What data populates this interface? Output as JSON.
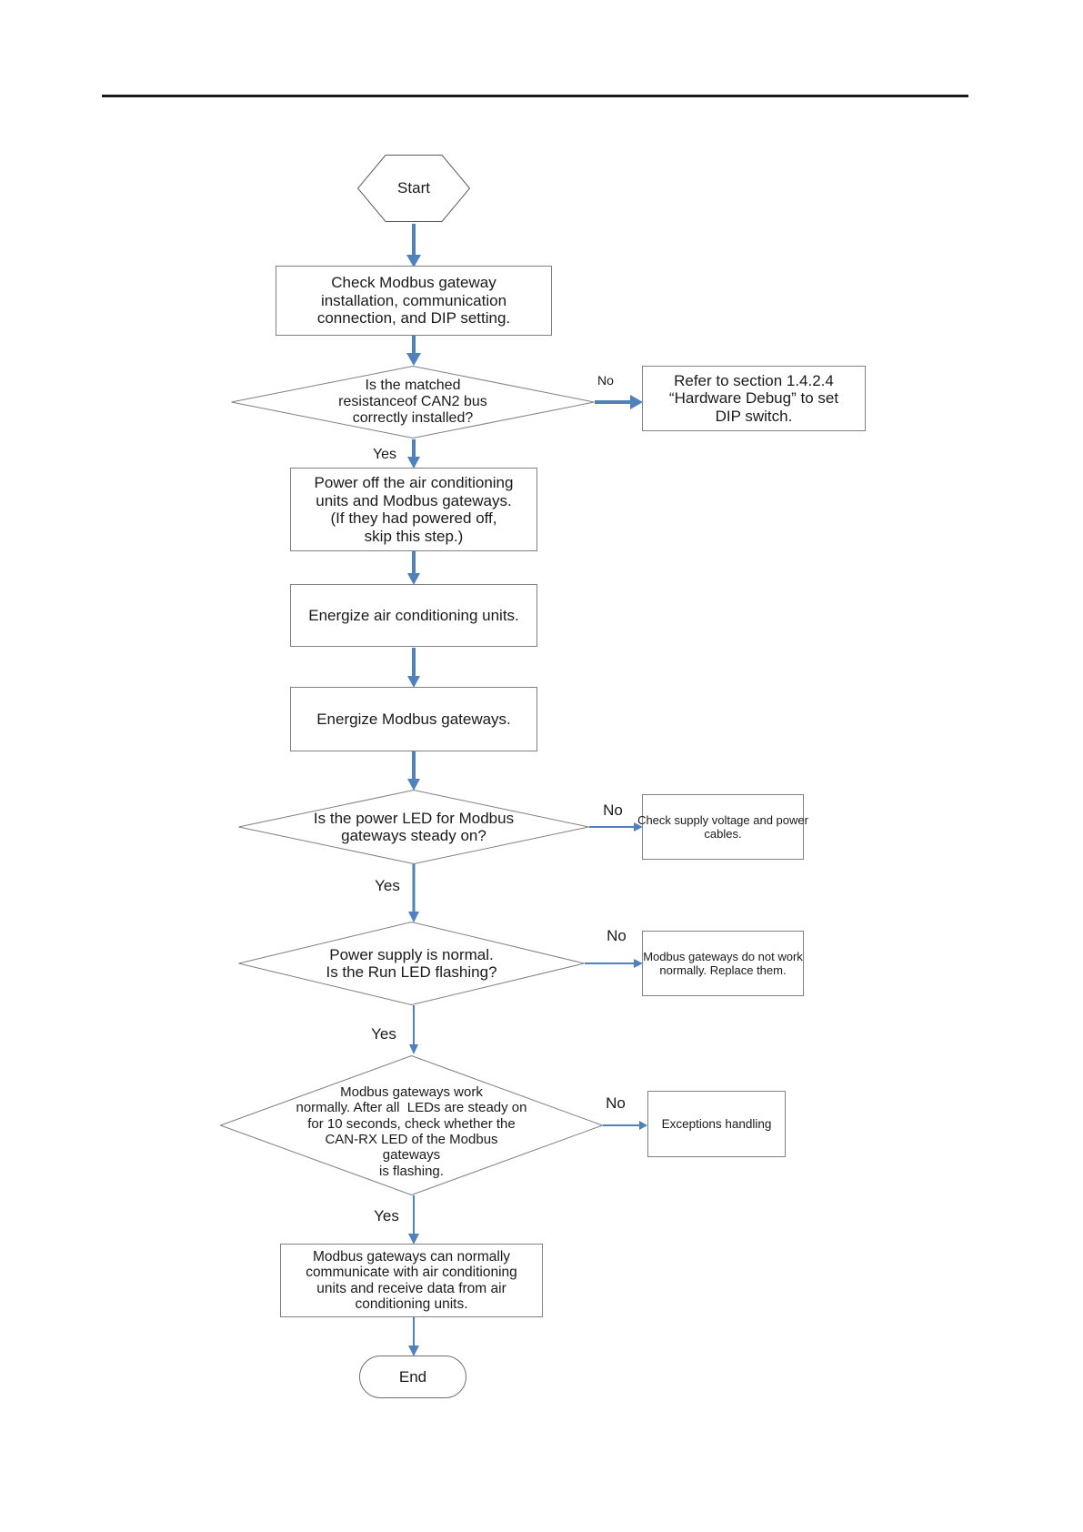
{
  "flowchart": {
    "arrow_color": "#4f81bd",
    "shape_border_color": "#808080",
    "labels": {
      "yes": "Yes",
      "no": "No"
    },
    "nodes": {
      "start": "Start",
      "check_installation": "Check Modbus gateway\ninstallation, communication\nconnection, and DIP setting.",
      "resistance_decision": "Is the matched\nresistanceof CAN2 bus\ncorrectly installed?",
      "refer_hardware_debug": "Refer to section 1.4.2.4\n“Hardware Debug” to set\nDIP switch.",
      "power_off": "Power off the air conditioning\nunits and Modbus gateways.\n(If they had powered off,\nskip this step.)",
      "energize_ac_units": "Energize air conditioning units.",
      "energize_gateways": "Energize Modbus gateways.",
      "power_led_decision": "Is the power LED for Modbus\ngateways steady on?",
      "check_supply": "Check supply voltage and power\ncables.",
      "run_led_decision": "Power supply is normal.\nIs the Run LED flashing?",
      "replace_gateways": "Modbus gateways do not work\nnormally. Replace them.",
      "can_rx_decision": "Modbus gateways work\nnormally. After all  LEDs are steady on\nfor 10 seconds, check whether the\nCAN-RX LED of the Modbus\ngateways\nis flashing.",
      "exceptions_handling": "Exceptions handling",
      "communicate_ok": "Modbus gateways can normally\ncommunicate with air conditioning\nunits and receive data from air\nconditioning units.",
      "end": "End"
    }
  }
}
